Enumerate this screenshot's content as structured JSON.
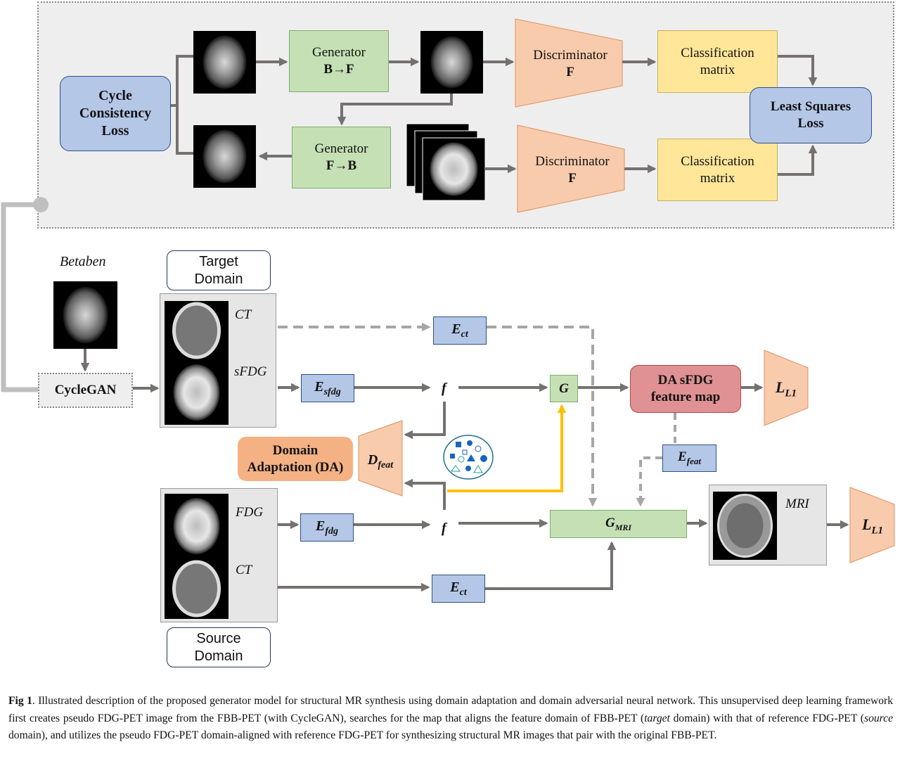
{
  "top": {
    "cycle_loss": [
      "Cycle",
      "Consistency",
      "Loss"
    ],
    "gen_bf_l1": "Generator",
    "gen_bf_l2": "B→F",
    "gen_fb_l1": "Generator",
    "gen_fb_l2": "F→B",
    "disc1_l1": "Discriminator",
    "disc1_l2": "F",
    "disc2_l1": "Discriminator",
    "disc2_l2": "F",
    "class1_l1": "Classification",
    "class1_l2": "matrix",
    "class2_l1": "Classification",
    "class2_l2": "matrix",
    "lsl_l1": "Least Squares",
    "lsl_l2": "Loss"
  },
  "bottom": {
    "betaben": "Betaben",
    "cyclegan": "CycleGAN",
    "target_domain": [
      "Target",
      "Domain"
    ],
    "source_domain": [
      "Source",
      "Domain"
    ],
    "ct": "CT",
    "sfdg": "sFDG",
    "fdg": "FDG",
    "mri": "MRI",
    "e_ct": {
      "main": "E",
      "sub": "ct"
    },
    "e_sfdg": {
      "main": "E",
      "sub": "sfdg"
    },
    "e_fdg": {
      "main": "E",
      "sub": "fdg"
    },
    "e_feat": {
      "main": "E",
      "sub": "feat"
    },
    "e_ct2": {
      "main": "E",
      "sub": "ct"
    },
    "f": "f",
    "g": "G",
    "g_mri": {
      "main": "G",
      "sub": "MRI"
    },
    "d_feat": {
      "main": "D",
      "sub": "feat"
    },
    "da_sfdg": [
      "DA sFDG",
      "feature map"
    ],
    "domain_adapt": [
      "Domain",
      "Adaptation (DA)"
    ],
    "l1_top": {
      "main": "L",
      "sub": "L1"
    },
    "l1_bottom": {
      "main": "L",
      "sub": "L1"
    }
  },
  "caption": {
    "fig": "Fig 1",
    "p1": ". Illustrated description of the proposed generator model for structural MR synthesis using domain adaptation and domain adversarial neural network. This unsupervised deep learning framework first creates pseudo FDG-PET image from the FBB-PET (with CycleGAN), searches for the map that aligns the feature domain of FBB-PET (",
    "target": "target",
    "p2": " domain) with that of reference FDG-PET (",
    "source": "source",
    "p3": " domain), and utilizes the pseudo FDG-PET domain-aligned with reference FDG-PET for synthesizing structural MR images that pair with the original FBB-PET."
  },
  "colors": {
    "green": "#c5e0b4",
    "yellow": "#ffe699",
    "blue": "#b4c7e7",
    "orange": "#f8cbad",
    "da_orange": "#f4b183",
    "red": "#e09193",
    "arrow": "#767171",
    "gold": "#ffc000"
  }
}
